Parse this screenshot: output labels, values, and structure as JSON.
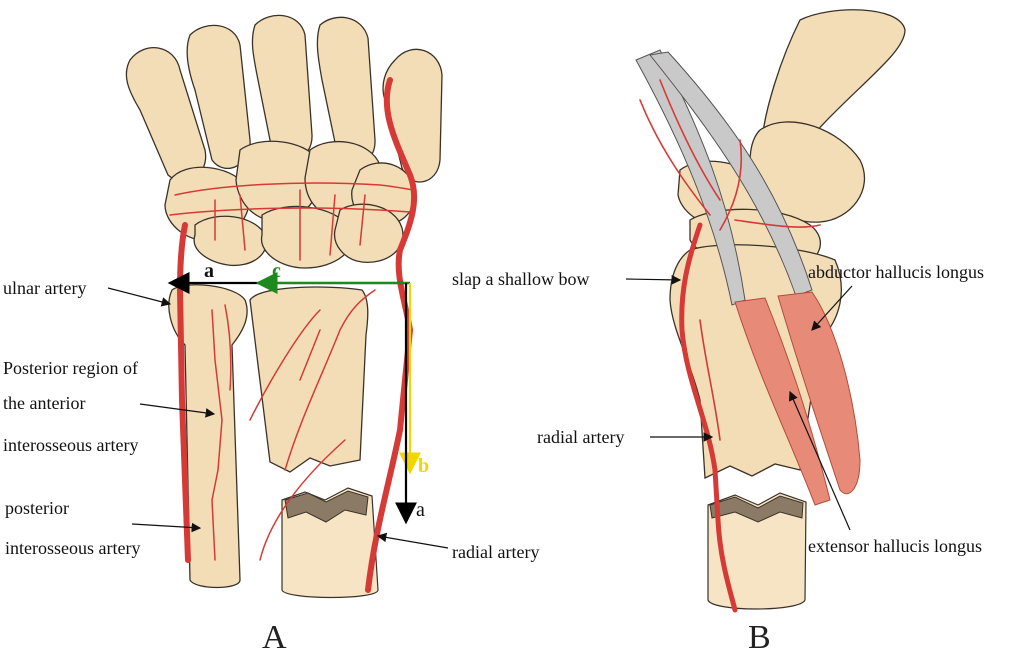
{
  "panel_a": {
    "letter": "A",
    "labels": {
      "ulnar_artery": "ulnar artery",
      "posterior_region_1": "Posterior region of",
      "posterior_region_2": "the anterior",
      "posterior_region_3": "interosseous artery",
      "posterior_interosseous_1": "posterior",
      "posterior_interosseous_2": "interosseous artery",
      "radial_artery": "radial artery"
    },
    "vectors": {
      "a_horizontal": "a",
      "c_green": "c",
      "b_yellow": "b",
      "a_vertical": "a"
    }
  },
  "panel_b": {
    "letter": "B",
    "labels": {
      "slap_bow": "slap a shallow bow",
      "abductor": "abductor hallucis longus",
      "radial_artery": "radial artery",
      "extensor": "extensor hallucis longus"
    }
  },
  "colors": {
    "artery": "#d63a36",
    "bone": "#f3ddb7",
    "vector_a": "#000000",
    "vector_b": "#f2d600",
    "vector_c": "#1e8a1e",
    "tendon": "#c9c9c9",
    "muscle": "#e88a78"
  }
}
